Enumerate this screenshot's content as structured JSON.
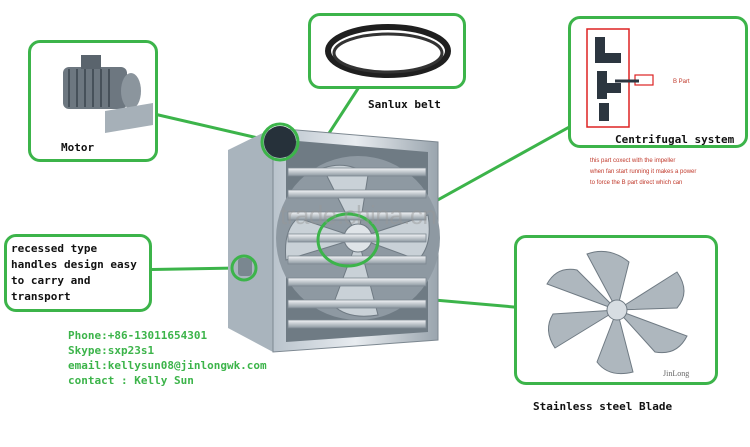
{
  "labels": {
    "motor": "Motor",
    "belt": "Sanlux belt",
    "centrifugal": "Centrifugal system",
    "handles": [
      "recessed type",
      "handles design easy",
      "to carry and",
      "transport"
    ],
    "blade": "Stainless steel Blade",
    "blade_brand": "JinLong",
    "watermark": "trade.china.cn"
  },
  "contact": {
    "phone": "Phone:+86-13011654301",
    "skype": "Skype:sxp23s1",
    "email": "email:kellysun08@jinlongwk.com",
    "person": "contact : Kelly Sun"
  },
  "centrifugal_notes": [
    "this part coxect with the impeller",
    "when fan start running it makes a power",
    "to force the B part direct which can"
  ],
  "colors": {
    "frame_green": "#3cb44a",
    "note_red": "#c0392b"
  }
}
